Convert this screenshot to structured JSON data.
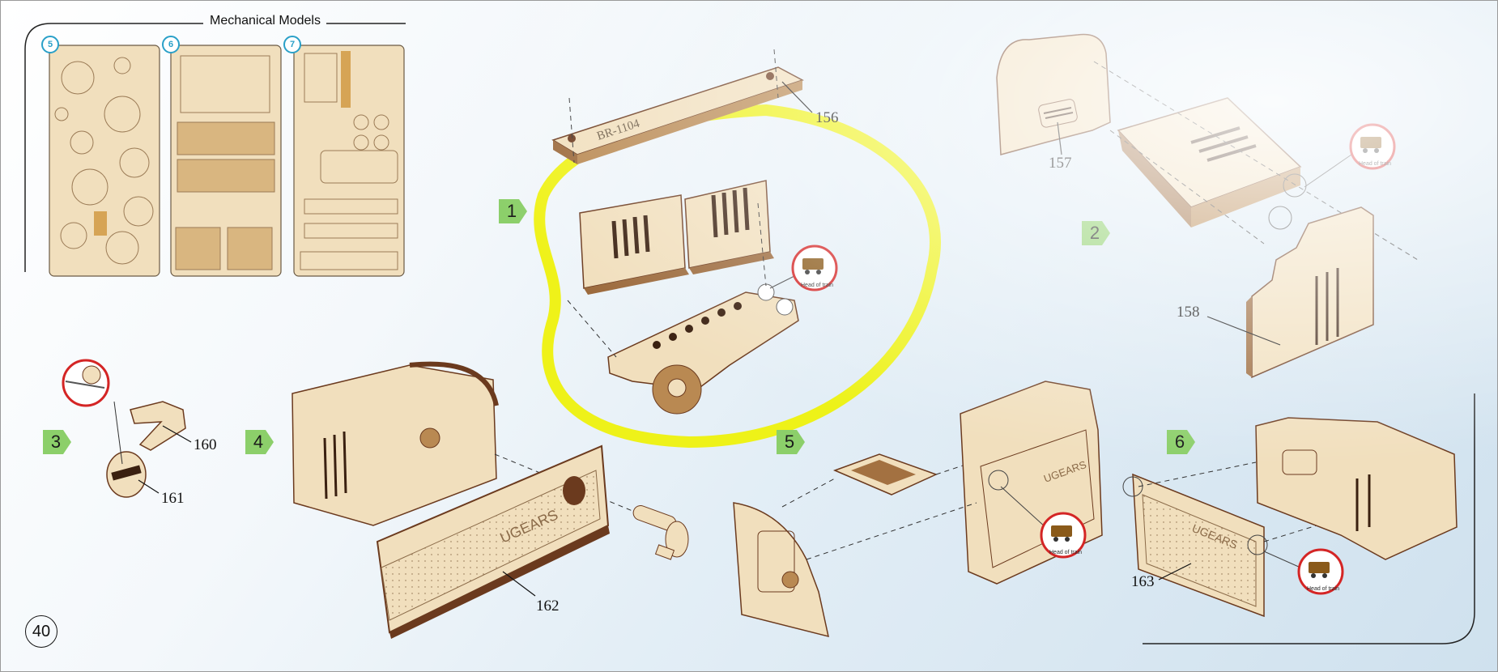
{
  "header": {
    "title": "Mechanical Models"
  },
  "sheets": [
    {
      "number": "5"
    },
    {
      "number": "6"
    },
    {
      "number": "7"
    }
  ],
  "steps": {
    "s1": "1",
    "s2": "2",
    "s3": "3",
    "s4": "4",
    "s5": "5",
    "s6": "6"
  },
  "part_labels": {
    "p156": "156",
    "p157": "157",
    "p158": "158",
    "p160": "160",
    "p161": "161",
    "p162": "162",
    "p163": "163"
  },
  "engravings": {
    "br_code": "BR-1104",
    "brand": "UGEARS"
  },
  "badges": {
    "head_of_train": "Head of train"
  },
  "footer": {
    "page_number": "40"
  },
  "colors": {
    "wood": "#f1dfbd",
    "wood_edge": "#6b3a1e",
    "step_green": "#8ccf6a",
    "accent_blue": "#2aa0c8",
    "highlight_yellow": "#eef200",
    "badge_red": "#d42525"
  }
}
